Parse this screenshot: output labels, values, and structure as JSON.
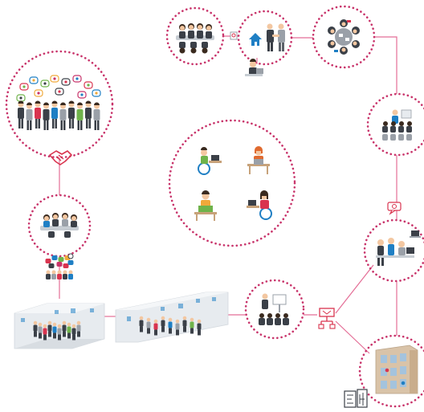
{
  "colors": {
    "dot_ring": "#c8336a",
    "connector": "#e46d96",
    "accent_red": "#d9344f",
    "accent_blue": "#1f7fc4",
    "skin": "#f3c7a1",
    "hair": "#3a2a1f",
    "dark_cloth": "#3b4048",
    "grey_cloth": "#9aa0a8",
    "table": "#c7cdd3",
    "room_wall": "#e7ebef"
  },
  "nodes": [
    {
      "id": "meeting-top-left",
      "icon": "team-meeting-icon"
    },
    {
      "id": "handshake-deal",
      "icon": "handshake-house-icon"
    },
    {
      "id": "round-table",
      "icon": "round-table-icon"
    },
    {
      "id": "crowd-opinions",
      "icon": "crowd-speech-icon"
    },
    {
      "id": "group-meeting-left",
      "icon": "group-meeting-icon"
    },
    {
      "id": "presentation-right",
      "icon": "presentation-audience-icon"
    },
    {
      "id": "inclusive-workers",
      "icon": "inclusive-workers-icon"
    },
    {
      "id": "office-pair",
      "icon": "office-collaboration-icon"
    },
    {
      "id": "lecture-bottom",
      "icon": "lecture-audience-icon"
    },
    {
      "id": "building-section",
      "icon": "building-section-icon"
    }
  ],
  "small_icons": [
    "handshake-icon",
    "lock-document-icon",
    "speech-bubble-icon",
    "chat-cloud-icon",
    "laptop-icon",
    "flowchart-icon",
    "blueprint-icon"
  ],
  "rooms": [
    "exhibition-room-left",
    "exhibition-room-right"
  ]
}
